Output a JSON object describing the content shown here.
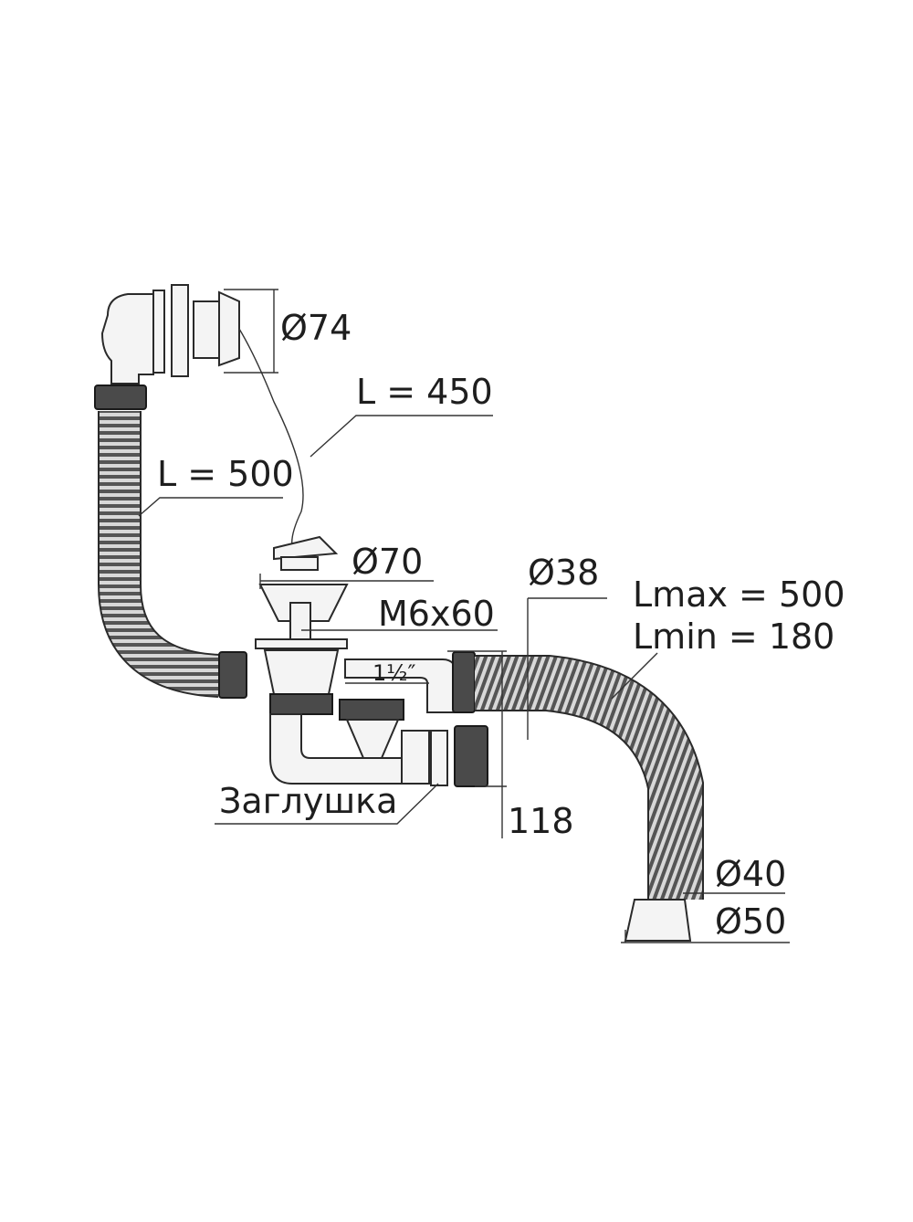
{
  "labels": {
    "d74": "Ø74",
    "l450": "L = 450",
    "l500": "L = 500",
    "d70": "Ø70",
    "d38": "Ø38",
    "lmax": "Lmax = 500",
    "lmin": "Lmin = 180",
    "m6x60": "M6x60",
    "thread": "1½″",
    "plug": "Заглушка",
    "h118": "118",
    "d40": "Ø40",
    "d50": "Ø50"
  },
  "colors": {
    "line": "#2a2a2a",
    "hose": "#6a6a6a",
    "fill": "#f4f4f4",
    "background": "#ffffff"
  }
}
